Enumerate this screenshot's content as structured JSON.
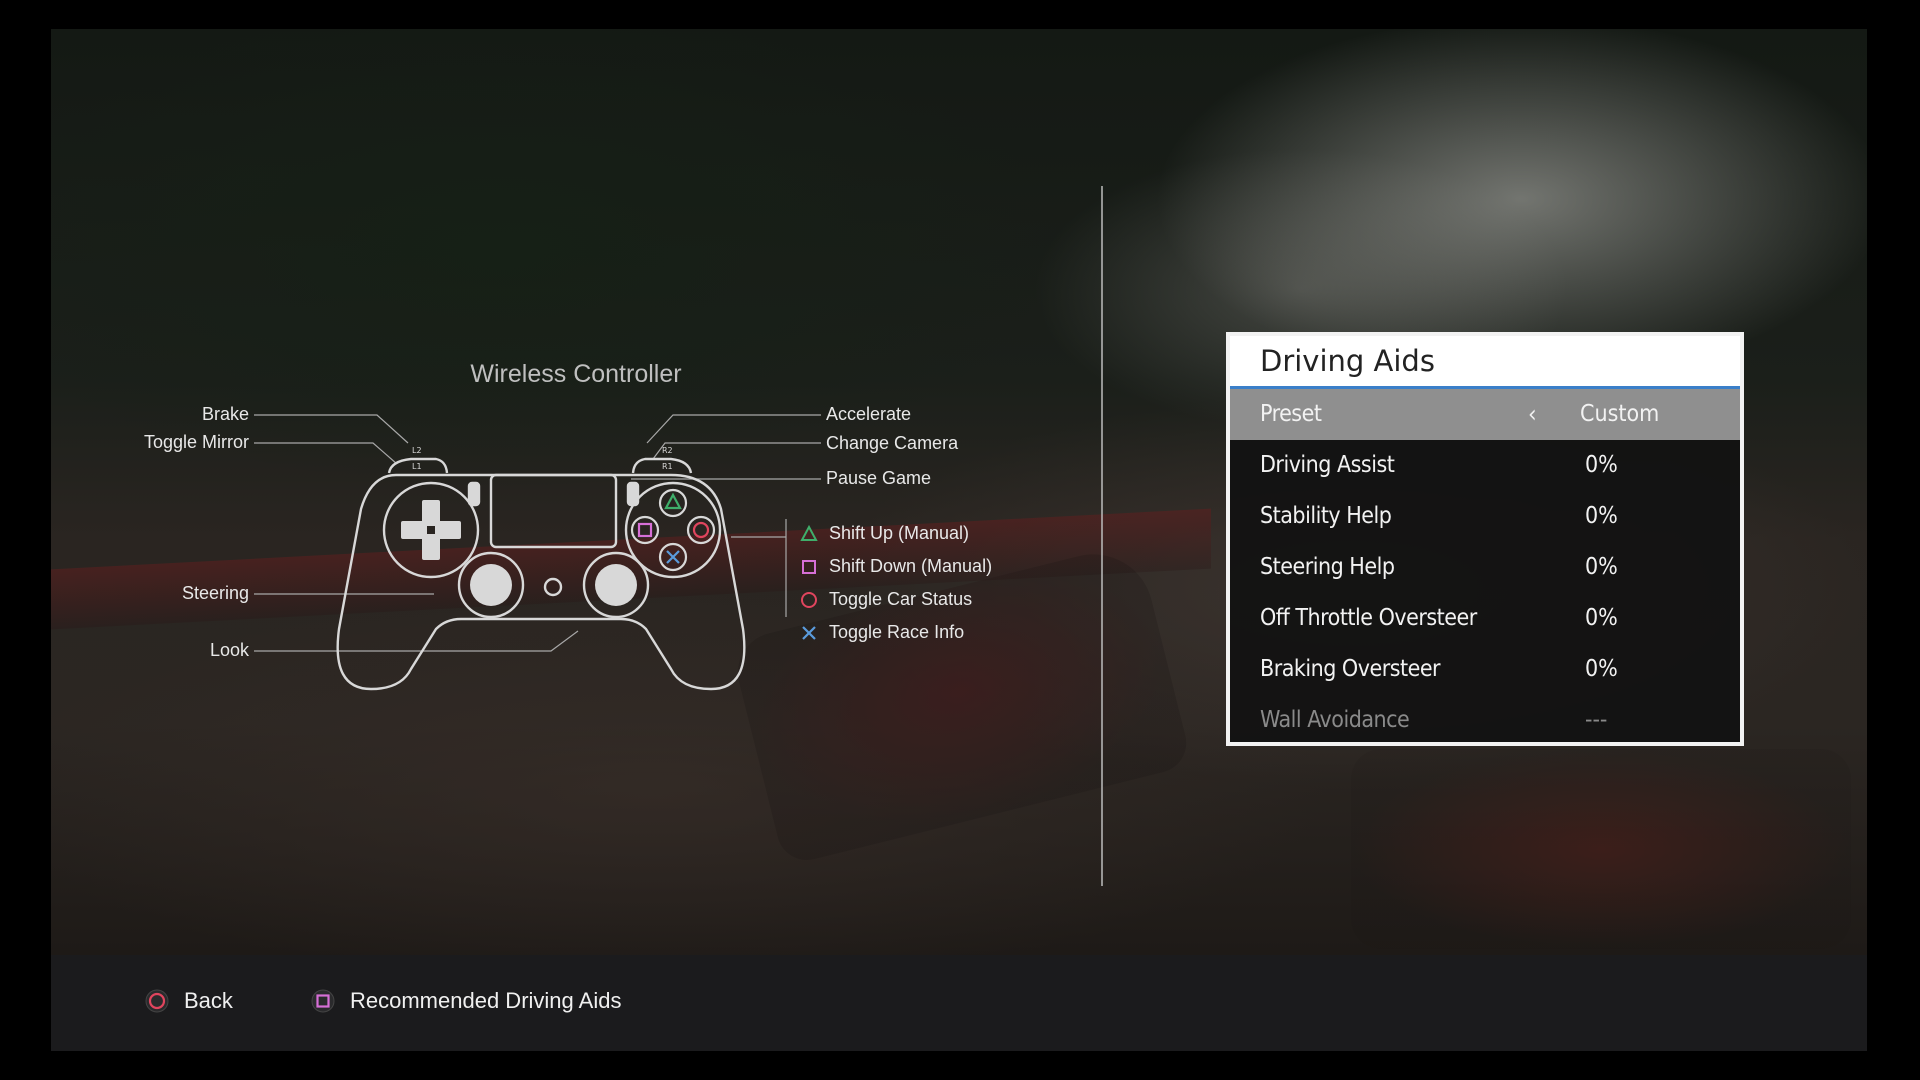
{
  "controller": {
    "title": "Wireless Controller",
    "left_labels": {
      "brake": "Brake",
      "toggle_mirror": "Toggle Mirror",
      "steering": "Steering",
      "look": "Look"
    },
    "right_labels": {
      "accelerate": "Accelerate",
      "change_camera": "Change Camera",
      "pause_game": "Pause Game"
    },
    "face_buttons": [
      {
        "icon": "triangle-icon",
        "color": "#3fae6a",
        "label": "Shift Up (Manual)"
      },
      {
        "icon": "square-icon",
        "color": "#d66fd6",
        "label": "Shift Down (Manual)"
      },
      {
        "icon": "circle-icon",
        "color": "#e0455e",
        "label": "Toggle Car Status"
      },
      {
        "icon": "cross-icon",
        "color": "#5a9bdc",
        "label": "Toggle Race Info"
      }
    ],
    "bumper_text": {
      "l2": "L2",
      "l1": "L1",
      "r2": "R2",
      "r1": "R1"
    }
  },
  "driving_aids": {
    "title": "Driving Aids",
    "accent": "#3a7fc9",
    "rows": [
      {
        "name": "Preset",
        "value": "Custom"
      },
      {
        "name": "Driving Assist",
        "value": "0%"
      },
      {
        "name": "Stability Help",
        "value": "0%"
      },
      {
        "name": "Steering Help",
        "value": "0%"
      },
      {
        "name": "Off Throttle Oversteer",
        "value": "0%"
      },
      {
        "name": "Braking Oversteer",
        "value": "0%"
      },
      {
        "name": "Wall Avoidance",
        "value": "---"
      }
    ]
  },
  "footer": {
    "back": {
      "icon": "circle-icon",
      "label": "Back"
    },
    "recommended": {
      "icon": "square-icon",
      "label": "Recommended Driving Aids"
    }
  }
}
